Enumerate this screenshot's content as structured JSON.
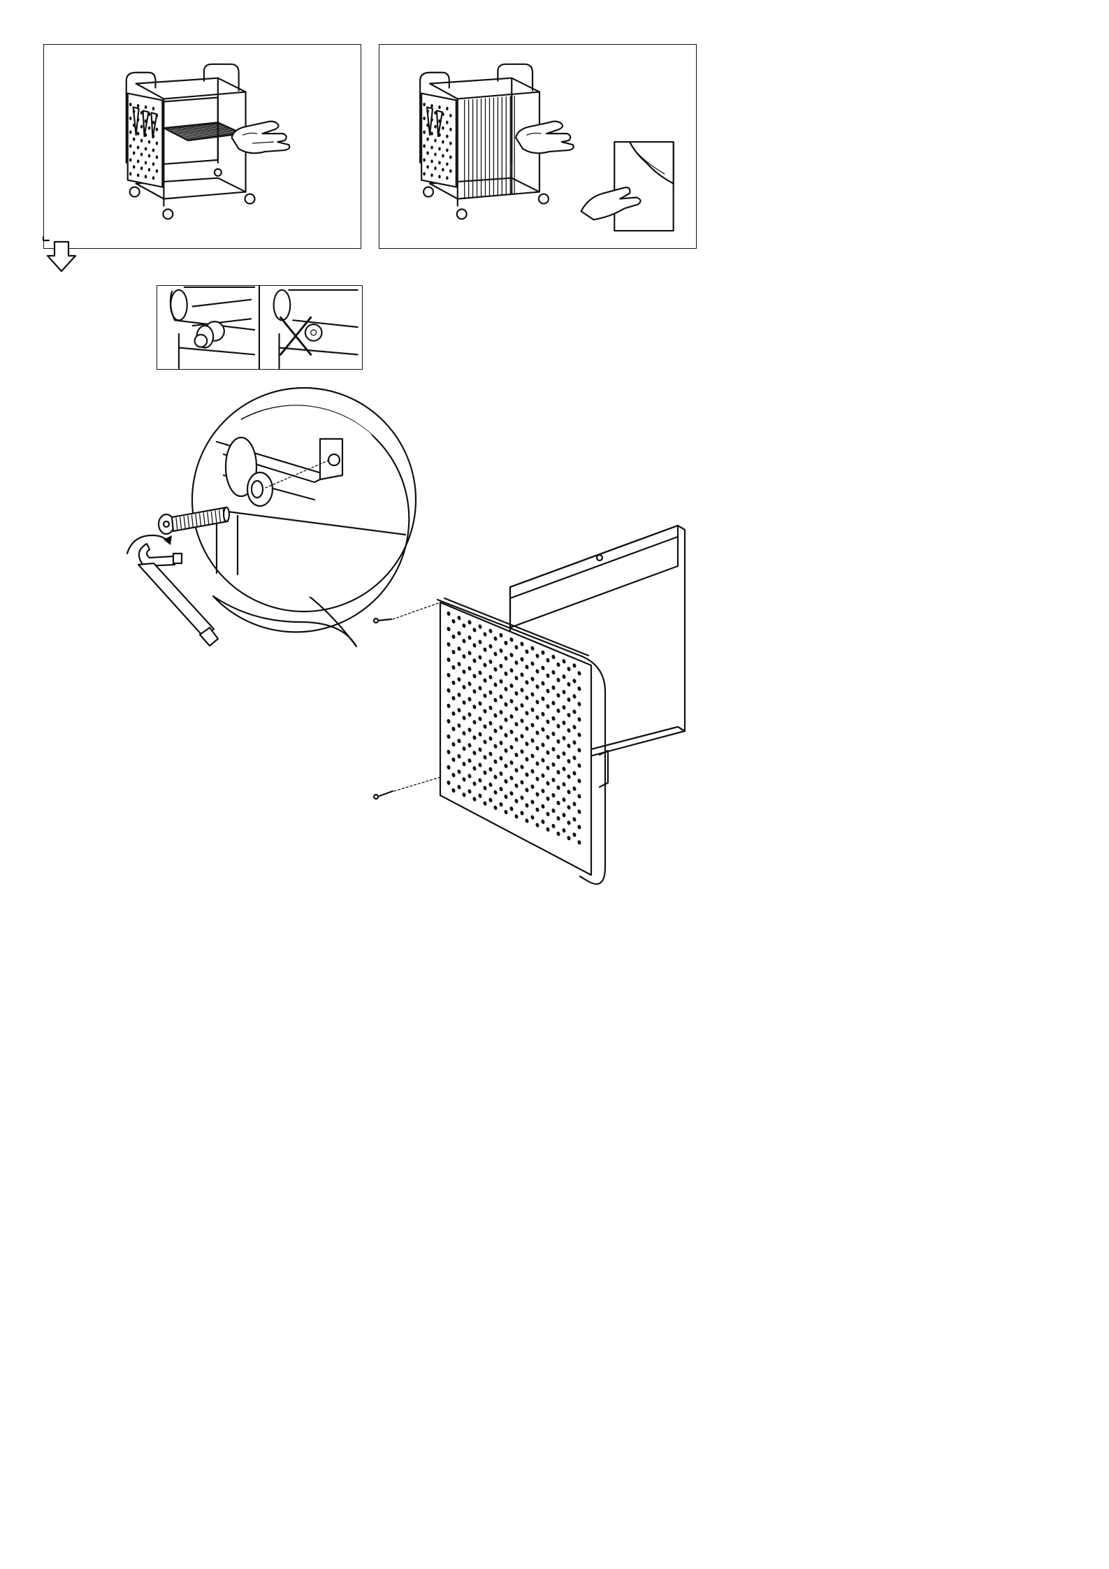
{
  "page": {
    "title": ""
  },
  "illustrations": [
    {
      "id": "cart-with-horizontal-shelf",
      "icon": "pointing-hand-icon"
    },
    {
      "id": "cart-with-vertical-dividers",
      "icons": [
        "pointing-hand-icon",
        "peel-off-sticker-icon"
      ]
    },
    {
      "id": "screw-orientation-guide",
      "states": [
        "correct",
        "incorrect"
      ]
    },
    {
      "id": "mount-side-panel-with-screws",
      "tools": [
        "allen-key-icon",
        "bolt-icon"
      ],
      "detail": "magnified-screw-hole"
    }
  ]
}
